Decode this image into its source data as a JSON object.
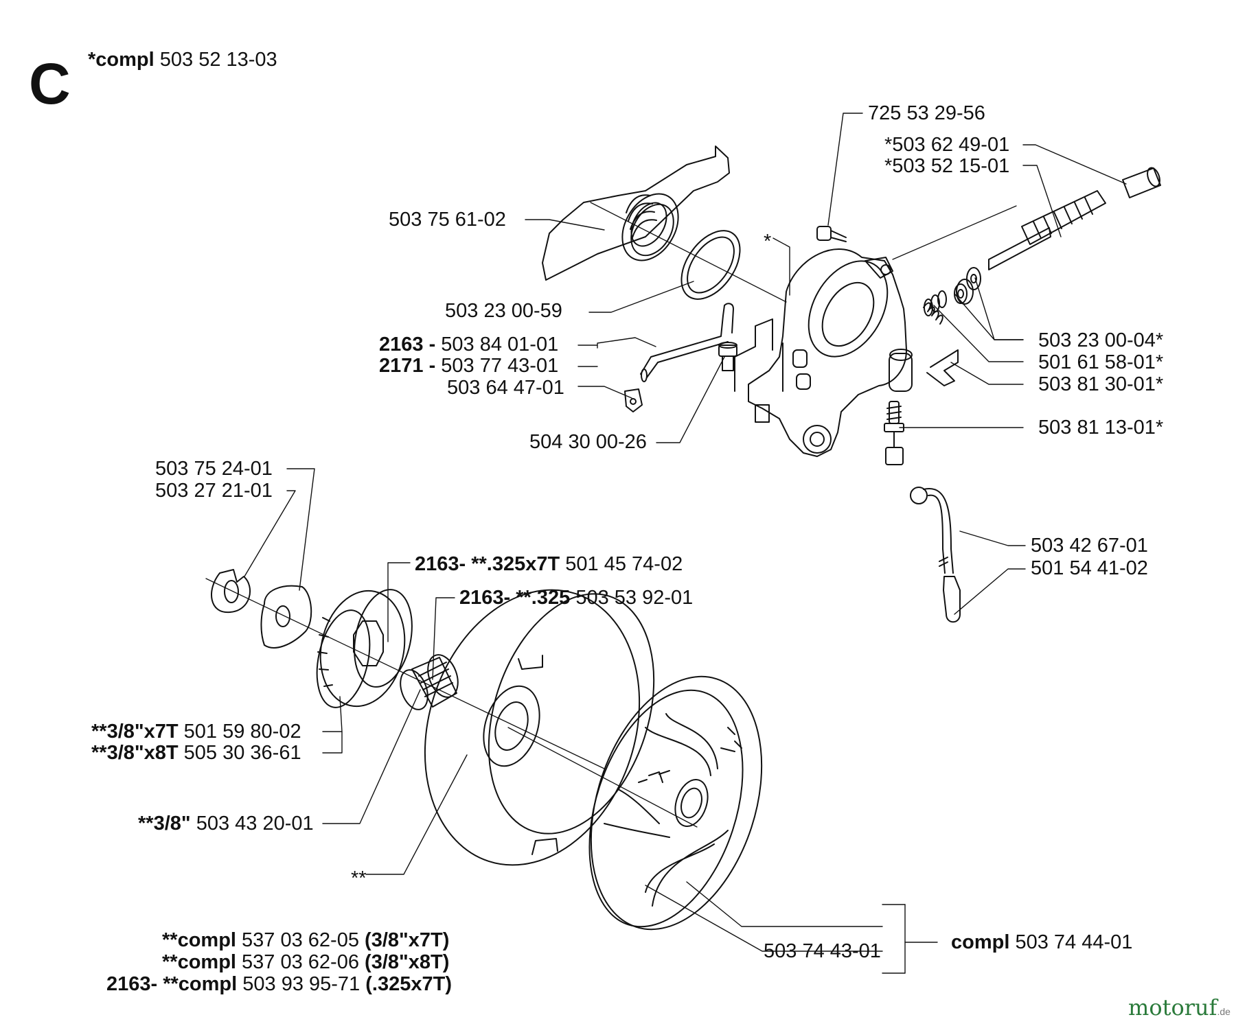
{
  "section_letter": "C",
  "header": {
    "prefix": "*compl",
    "part": "503 52 13-03"
  },
  "labels": {
    "p7255329": "725 53 29-56",
    "p5036249": "*503 62 49-01",
    "p5035215": "*503 52 15-01",
    "p5037561": "503 75 61-02",
    "star": "*",
    "p5032300_59": "503 23 00-59",
    "m2163a": "2163 -",
    "p5038401": "503 84 01-01",
    "m2171": "2171 -",
    "p5037743": "503 77 43-01",
    "p5036447": "503 64 47-01",
    "p5043000": "504 30 00-26",
    "p5032300_04": "503 23 00-04*",
    "p5016158": "501 61 58-01*",
    "p5038130": "503 81 30-01*",
    "p5038113": "503 81 13-01*",
    "p5037524": "503 75 24-01",
    "p5032721": "503 27 21-01",
    "p5034267": "503 42 67-01",
    "p5015441": "501 54 41-02",
    "m325x7": "2163- **.325x7T",
    "p5014574": "501 45 74-02",
    "m325": "2163- **.325",
    "p5035392": "503 53 92-01",
    "m38x7": "**3/8\"x7T",
    "p5015980": "501 59 80-02",
    "m38x8": "**3/8\"x8T",
    "p5053036": "505 30 36-61",
    "m38": "**3/8\"",
    "p5034320": "503 43 20-01",
    "dstar": "**",
    "p5037443": "503 74 43-01",
    "compl": "compl",
    "p5037444": "503 74 44-01",
    "c1_prefix": "**compl",
    "c1_part": "537 03 62-05",
    "c1_spec": "(3/8\"x7T)",
    "c2_prefix": "**compl",
    "c2_part": "537 03 62-06",
    "c2_spec": "(3/8\"x8T)",
    "c3_prefix": "2163- **compl",
    "c3_part": "503 93 95-71",
    "c3_spec": "(.325x7T)"
  },
  "watermark": {
    "text": "motoruf",
    "tld": ".de"
  },
  "colors": {
    "line": "#111111",
    "watermark_text": "#2a7a3a",
    "watermark_dot": "#e07a10"
  }
}
